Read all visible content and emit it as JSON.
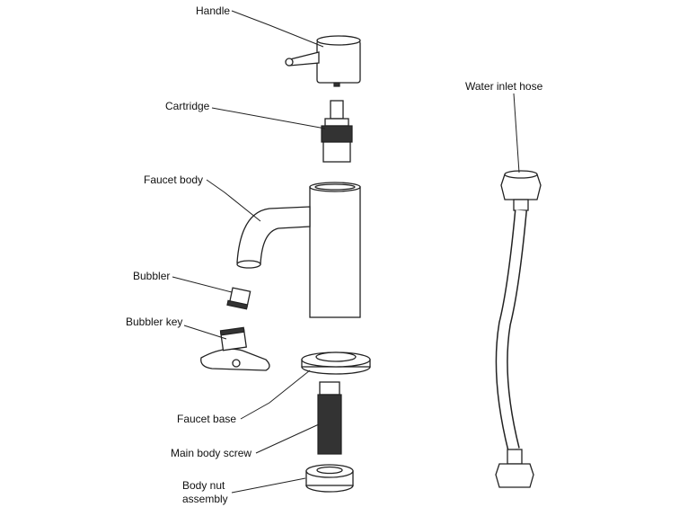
{
  "diagram": {
    "labels": {
      "handle": "Handle",
      "cartridge": "Cartridge",
      "faucet_body": "Faucet body",
      "bubbler": "Bubbler",
      "bubbler_key": "Bubbler key",
      "faucet_base": "Faucet base",
      "main_body_screw": "Main body screw",
      "body_nut_line1": "Body nut",
      "body_nut_line2": "assembly",
      "water_inlet_hose": "Water inlet hose"
    }
  }
}
